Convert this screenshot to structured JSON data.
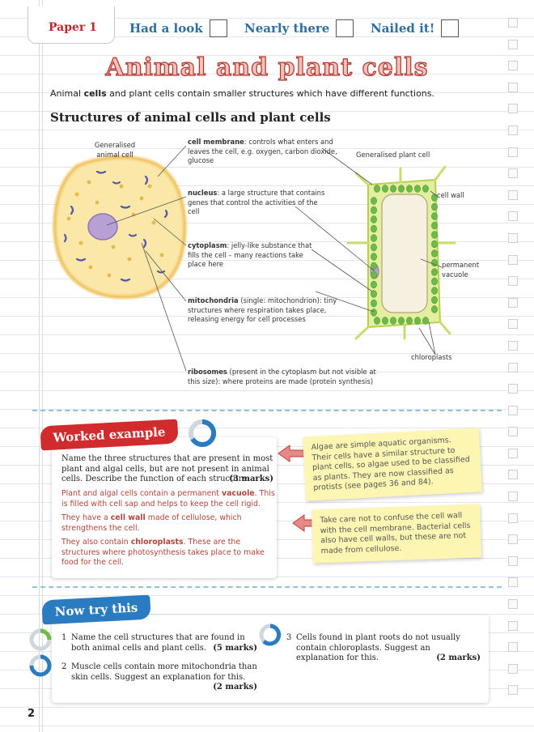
{
  "header": {
    "paper": "Paper 1",
    "progress": [
      {
        "label": "Had a look"
      },
      {
        "label": "Nearly there"
      },
      {
        "label": "Nailed it!"
      }
    ]
  },
  "title": "Animal and plant cells",
  "intro": {
    "pre1": "Animal ",
    "b1": "cells",
    "mid": " and plant cells contain smaller structures which have different functions."
  },
  "section_heading": "Structures of animal cells and plant cells",
  "diagram": {
    "animal_title": [
      "Generalised",
      "animal cell"
    ],
    "plant_title": "Generalised plant cell",
    "labels": {
      "membrane": {
        "term": "cell membrane",
        "rest": ": controls what enters and leaves the cell, e.g. oxygen, carbon dioxide, glucose"
      },
      "nucleus": {
        "term": "nucleus",
        "rest": ": a large structure that contains genes that control the activities of the cell"
      },
      "cytoplasm": {
        "term": "cytoplasm",
        "rest": ": jelly-like substance that fills the cell – many reactions take place here"
      },
      "mitochondria": {
        "term": "mitochondria",
        "rest": " (single: mitochondrion): tiny structures where respiration takes place, releasing energy for cell processes"
      },
      "ribosomes": {
        "term": "ribosomes",
        "rest": " (present in the cytoplasm but not visible at this size): where proteins are made (protein synthesis)"
      },
      "cell_wall": "cell wall",
      "vacuole": [
        "permanent",
        "vacuole"
      ],
      "chloroplasts": "chloroplasts"
    }
  },
  "worked_example": {
    "badge": "Worked example",
    "question": "Name the three structures that are present in most plant and algal cells, but are not present in animal cells. Describe the function of each structure.",
    "marks": "(3 marks)",
    "answers": [
      {
        "pre": "Plant and algal cells contain a permanent ",
        "term": "vacuole",
        "post": ". This is filled with cell sap and helps to keep the cell rigid."
      },
      {
        "pre": "They have a ",
        "term": "cell wall",
        "post": " made of cellulose, which strengthens the cell."
      },
      {
        "pre": "They also contain ",
        "term": "chloroplasts",
        "post": ". These are the structures where photosynthesis takes place to make food for the cell."
      }
    ]
  },
  "notes": [
    "Algae are simple aquatic organisms. Their cells have a similar structure to plant cells, so algae used to be classified as plants. They are now classified as protists (see pages 36 and 84).",
    "Take care not to confuse the cell wall with the cell membrane. Bacterial cells also have cell walls, but these are not made from cellulose."
  ],
  "now_try": {
    "badge": "Now try this",
    "questions": [
      {
        "num": "1",
        "text": "Name the cell structures that are found in both animal cells and plant cells.",
        "marks": "(5 marks)"
      },
      {
        "num": "2",
        "text": "Muscle cells contain more mitochondria than skin cells. Suggest an explanation for this.",
        "marks": "(2 marks)"
      },
      {
        "num": "3",
        "text": "Cells found in plant roots do not usually contain chloroplasts. Suggest an explanation for this.",
        "marks": "(2 marks)"
      }
    ]
  },
  "page_number": "2",
  "colors": {
    "accent_red": "#d22b2e",
    "accent_blue": "#2b7bc0",
    "note_yellow": "#fdf6b3"
  }
}
